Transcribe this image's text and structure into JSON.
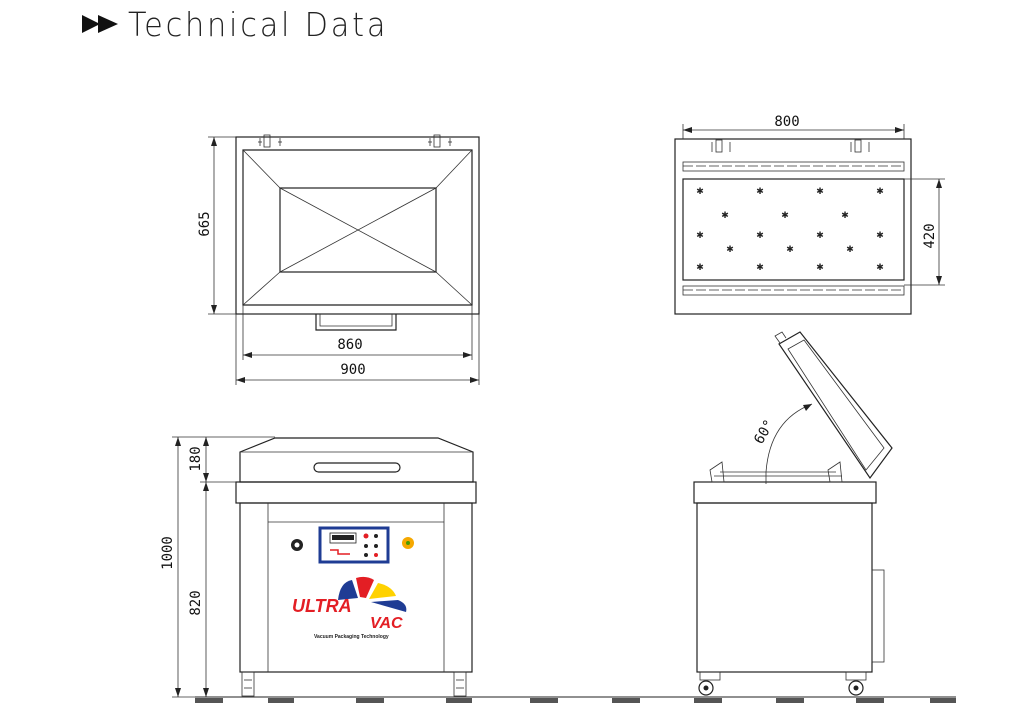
{
  "header": {
    "title": "Technical Data",
    "icon": "double-arrow-icon"
  },
  "dimensions": {
    "depth": "665",
    "inner_width": "860",
    "outer_width": "900",
    "lid_width": "800",
    "lid_depth": "420",
    "lid_height": "180",
    "total_height": "1000",
    "body_height": "820",
    "lid_angle": "60°"
  },
  "logo": {
    "line1": "ULTRA",
    "line2": "VAC",
    "tagline": "Vacuum Packaging Technology"
  },
  "colors": {
    "logo_red": "#e31e24",
    "logo_blue": "#1f3c94",
    "logo_yellow": "#ffd200",
    "indicator": "#f5a800"
  }
}
